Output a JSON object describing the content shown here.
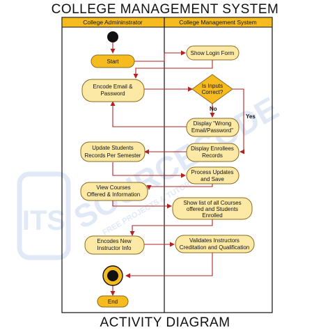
{
  "diagram": {
    "title": "COLLEGE MANAGEMENT SYSTEM",
    "footer": "ACTIVITY DIAGRAM",
    "lanes": [
      "College Admininstrator",
      "College Management System"
    ],
    "watermark": {
      "brand": "SOURCECODE",
      "letters": "ITS",
      "tagline": "FREE PROJECTS & TUTORIALS"
    },
    "nodes": {
      "start": "Start",
      "show_login": "Show Login Form",
      "encode_email_1": "Encode Email &",
      "encode_email_2": "Password",
      "decision_1": "Is Inputs",
      "decision_2": "Correct?",
      "no_label": "No",
      "yes_label": "Yes",
      "wrong_1": "Display \"Wrong",
      "wrong_2": "Email/Password\"",
      "enrollees_1": "Display Enrollees",
      "enrollees_2": "Records",
      "update_1": "Update Students",
      "update_2": "Records Per Semester",
      "process_1": "Process Updates",
      "process_2": "and Save",
      "view_1": "View Courses",
      "view_2": "Offered & Information",
      "showlist_1": "Show list of all Courses",
      "showlist_2": "offered and Students",
      "showlist_3": "Enrolled",
      "instructor_1": "Encodes New",
      "instructor_2": "Instructor Info",
      "validate_1": "Validates Instructors",
      "validate_2": "Creditation and Qualification",
      "end": "End"
    },
    "colors": {
      "node_fill": "#fde9a6",
      "node_stroke": "#8a6a1d",
      "lane_header": "#f5bb1f",
      "start_end_fill": "#f5bb1f",
      "decision_fill": "#f5bb1f",
      "arrow": "#b22222",
      "watermark": "#c8d8ee"
    }
  }
}
